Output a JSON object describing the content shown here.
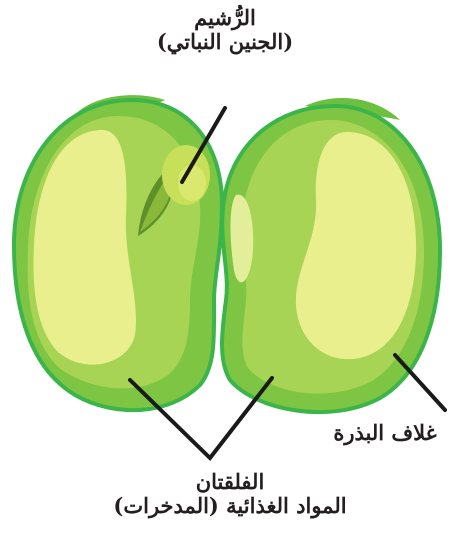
{
  "labels": {
    "plumule": {
      "line1": "الرُّشيم",
      "line2": "(الجنين النباتي)"
    },
    "seed_coat": "غلاف البذرة",
    "cotyledons": {
      "line1": "الفلقتان",
      "line2": "المواد الغذائية (المدخرات)"
    }
  },
  "colors": {
    "seed_coat_outline": "#3bb54a",
    "seed_coat_fill": "#7ec544",
    "cotyledon_inner": "#d2e36c",
    "food_store": "#e9ef8c",
    "embryo_leaf": "#8ab93a",
    "embryo_dark": "#5f8f2a",
    "leader_line": "#1a1a1a",
    "text": "#231f20"
  }
}
